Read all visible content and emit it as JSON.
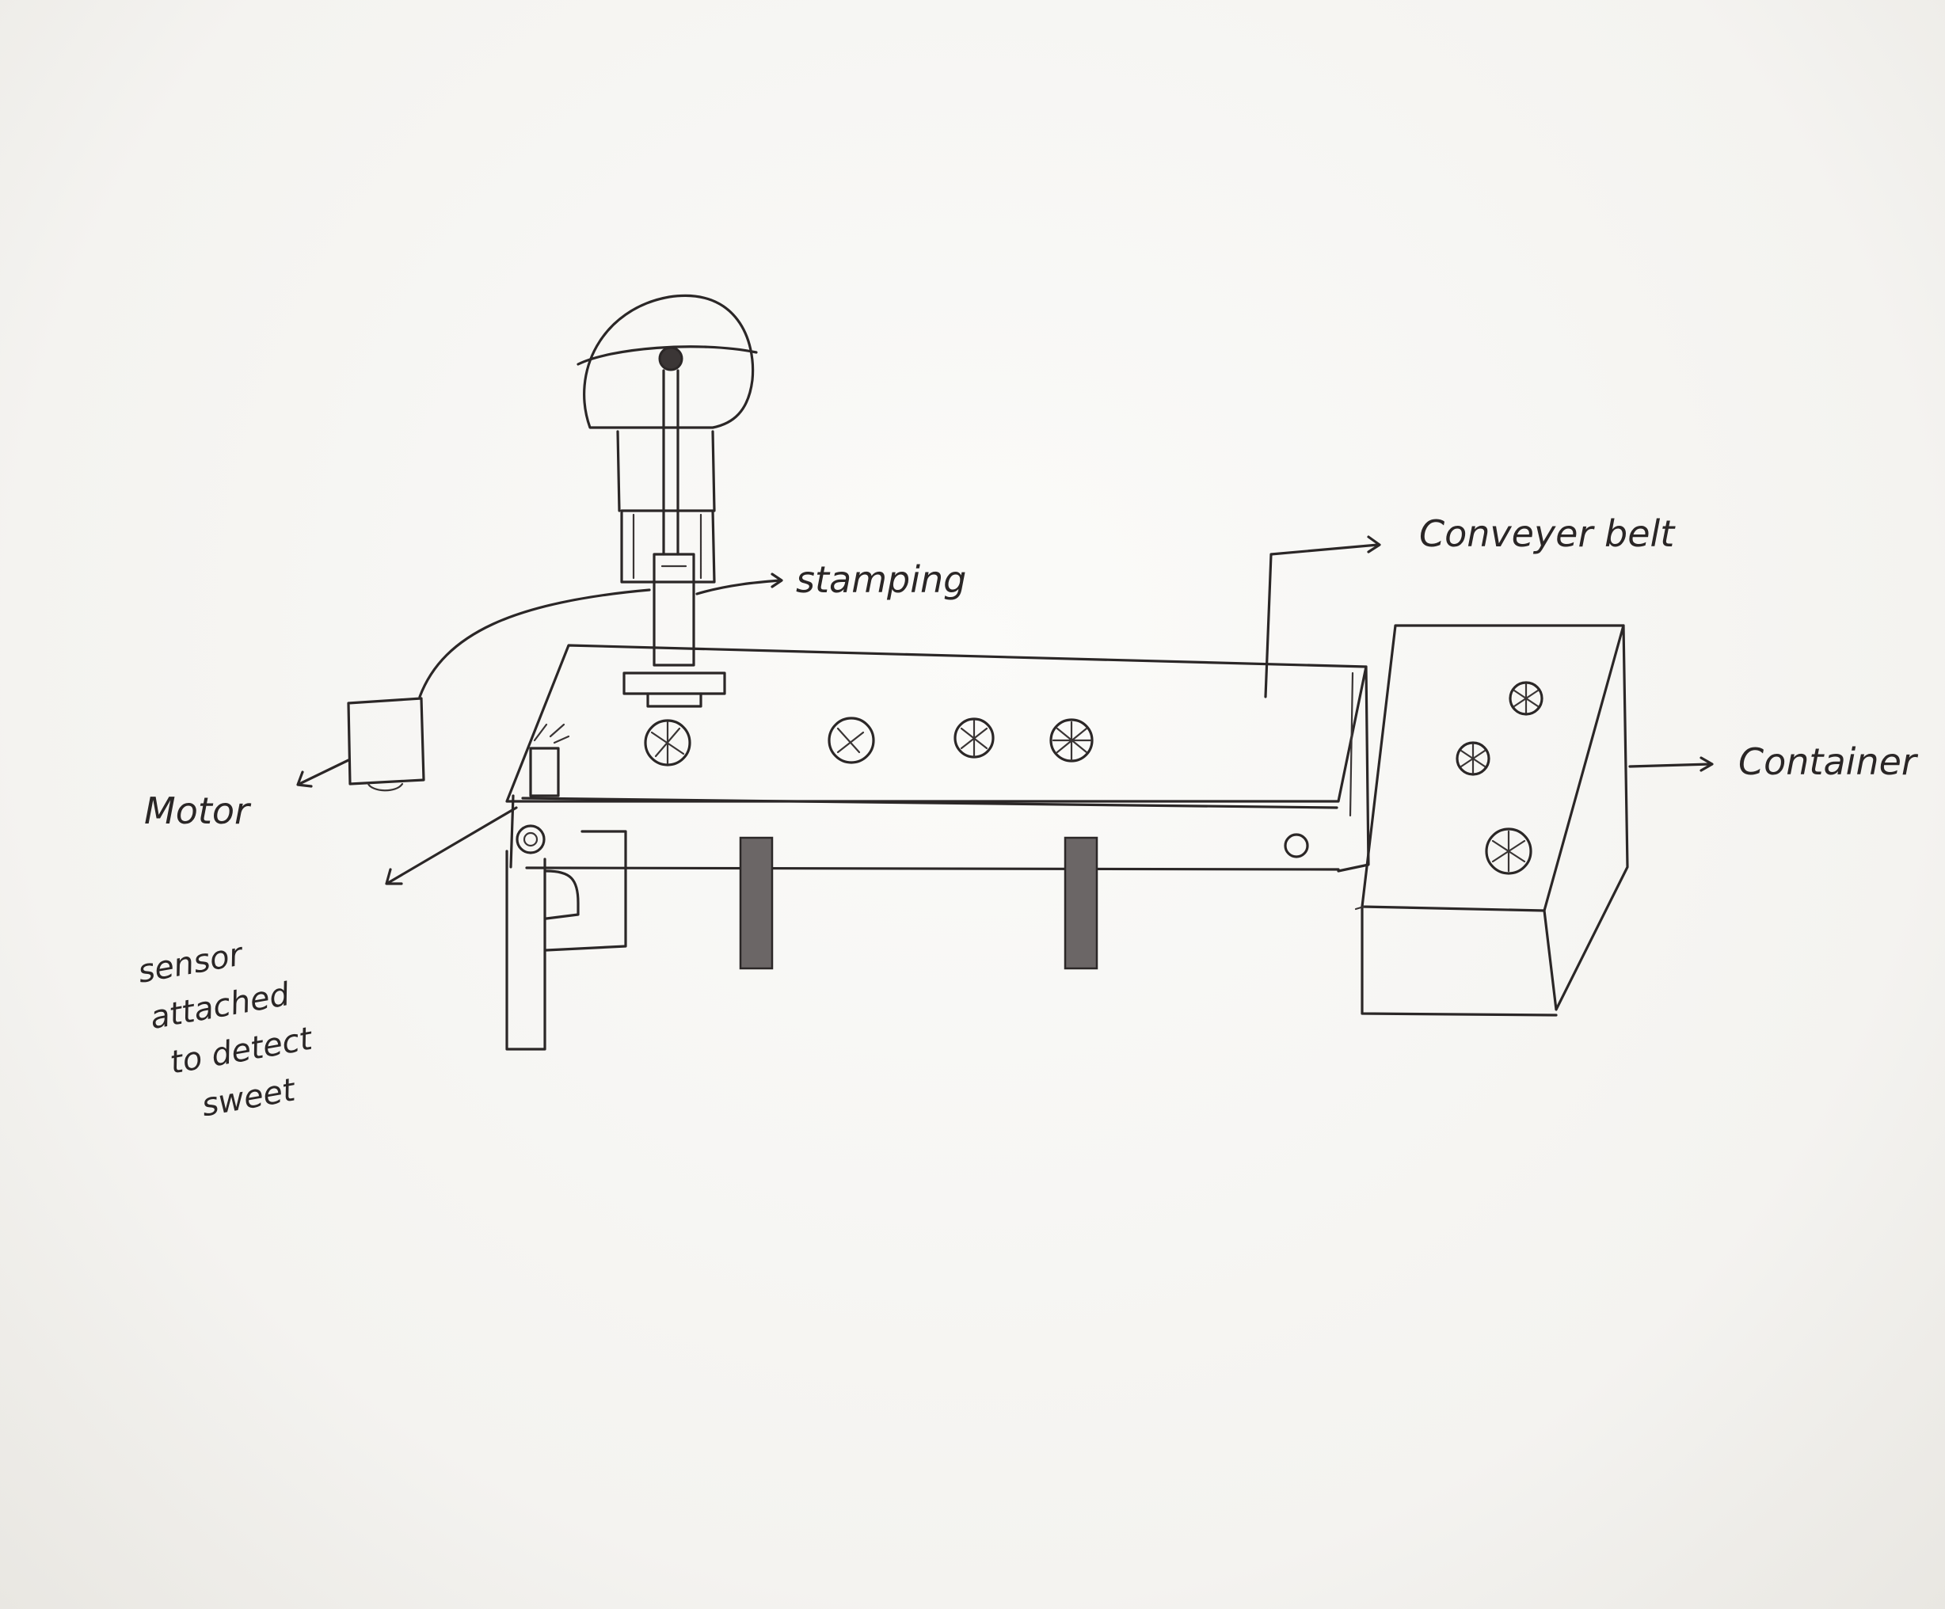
{
  "labels": {
    "stamping": "stamping",
    "conveyer_belt": "Conveyer belt",
    "container": "Container",
    "motor": "Motor",
    "sensor_line1": "sensor",
    "sensor_line2": "attached",
    "sensor_line3": "to detect",
    "sensor_line4": "sweet"
  },
  "colors": {
    "ink": "#2b2727",
    "paper": "#f6f5f2"
  }
}
